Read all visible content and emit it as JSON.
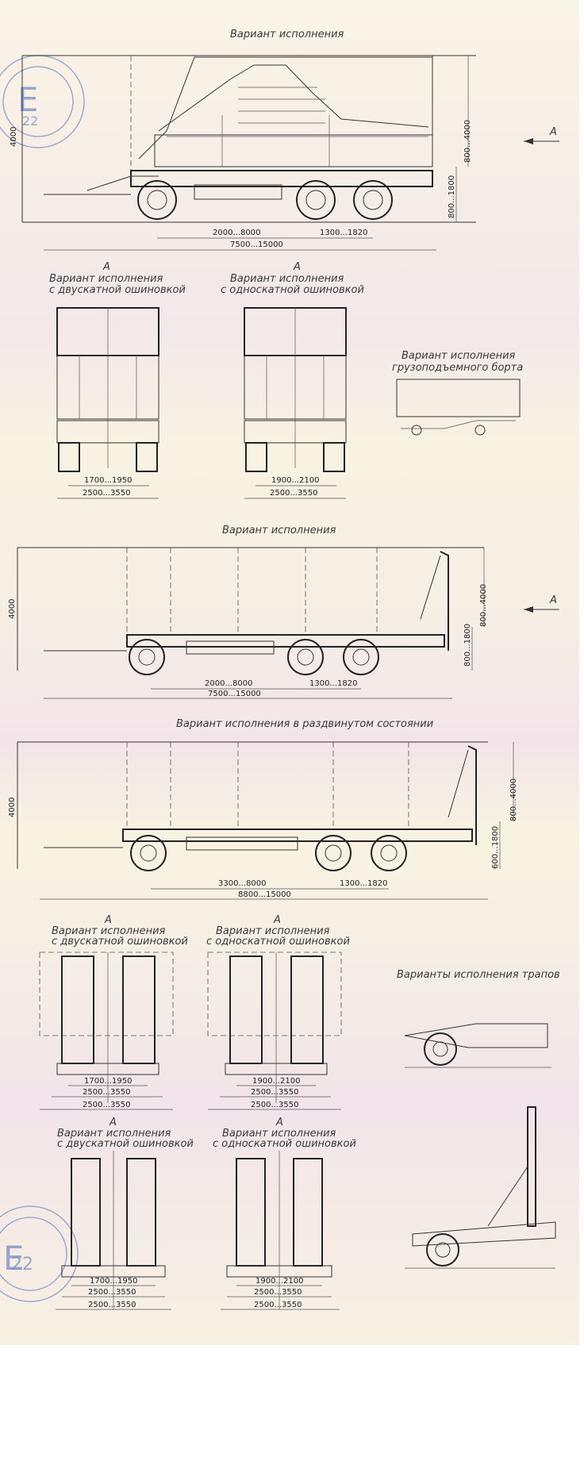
{
  "sections": {
    "top": {
      "title": "Вариант исполнения",
      "dims": {
        "height_total": "4000",
        "height_body": "800...4000",
        "height_deck": "800...1800",
        "wheelbase": "2000...8000",
        "axle_spacing": "1300...1820",
        "length": "7500...15000"
      },
      "view_arrow": "A"
    },
    "views_row1": {
      "left": {
        "arrow": "A",
        "title1": "Вариант исполнения",
        "title2": "с двускатной ошиновкой",
        "dim_inner": "1700...1950",
        "dim_outer": "2500...3550"
      },
      "mid": {
        "arrow": "A",
        "title1": "Вариант исполнения",
        "title2": "с односкатной ошиновкой",
        "dim_inner": "1900...2100",
        "dim_outer": "2500...3550"
      },
      "right": {
        "title1": "Вариант исполнения",
        "title2": "грузоподъемного борта"
      }
    },
    "mid_view": {
      "title": "Вариант исполнения",
      "dims": {
        "height_total": "4000",
        "height_body": "800...4000",
        "height_deck": "800...1800",
        "wheelbase": "2000...8000",
        "axle_spacing": "1300...1820",
        "length": "7500...15000"
      },
      "view_arrow": "A"
    },
    "extended_view": {
      "title": "Вариант исполнения в раздвинутом состоянии",
      "dims": {
        "height_total": "4000",
        "height_body": "800...4000",
        "height_deck": "600...1800",
        "wheelbase": "3300...8000",
        "axle_spacing": "1300...1820",
        "length": "8800...15000"
      }
    },
    "views_row2": {
      "left": {
        "arrow": "A",
        "title1": "Вариант исполнения",
        "title2": "с двускатной ошиновкой",
        "dim_inner": "1700...1950",
        "dim_mid": "2500...3550",
        "dim_outer": "2500...3550"
      },
      "mid": {
        "arrow": "A",
        "title1": "Вариант исполнения",
        "title2": "с односкатной ошиновкой",
        "dim_inner": "1900...2100",
        "dim_mid": "2500...3550",
        "dim_outer": "2500...3550"
      },
      "ramps": {
        "title": "Варианты исполнения трапов"
      }
    },
    "views_row3": {
      "left": {
        "arrow": "A",
        "title1": "Вариант исполнения",
        "title2": "с двускатной ошиновкой",
        "dim_inner": "1700...1950",
        "dim_mid": "2500...3550",
        "dim_outer": "2500...3550"
      },
      "mid": {
        "arrow": "A",
        "title1": "Вариант исполнения",
        "title2": "с односкатной ошиновкой",
        "dim_inner": "1900...2100",
        "dim_mid": "2500...3550",
        "dim_outer": "2500...3550"
      }
    }
  },
  "stamp": {
    "letter": "E",
    "number": "22"
  },
  "colors": {
    "ink": "#333333",
    "stamp": "#7f93c9"
  }
}
